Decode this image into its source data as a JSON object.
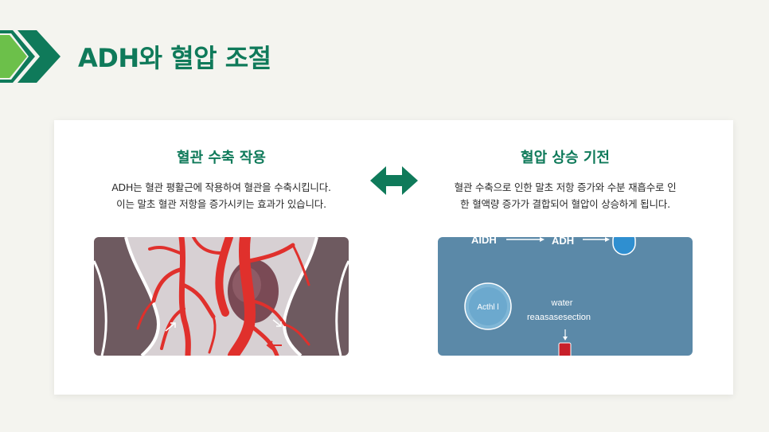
{
  "slide": {
    "title": "ADH와 혈압 조절"
  },
  "left_panel": {
    "heading": "혈관 수축 작용",
    "line1": "ADH는 혈관 평활근에 작용하여 혈관을 수축시킵니다.",
    "line2": "이는 말초 혈관 저항을 증가시키는 효과가 있습니다."
  },
  "right_panel": {
    "heading": "혈압 상승 기전",
    "line1": "혈관 수축으로 인한 말초 저항 증가와 수분 재흡수로 인",
    "line2": "한 혈액량 증가가 결합되어 혈압이 상승하게 됩니다."
  },
  "diagram": {
    "label_aidh": "AIDH",
    "label_adh": "ADH",
    "label_circle": "Acthl l",
    "label_water": "water",
    "label_reabs": "reaasasesection"
  },
  "colors": {
    "accent": "#0f7a5a",
    "chevron_light": "#6cc04a",
    "chevron_dark": "#0f7a5a",
    "background": "#f4f4ef",
    "diagram_bg": "#5b89a8",
    "artery_red": "#e0302c"
  },
  "icons": {
    "header": "chevron-right-icon",
    "between_panels": "double-arrow-icon"
  }
}
